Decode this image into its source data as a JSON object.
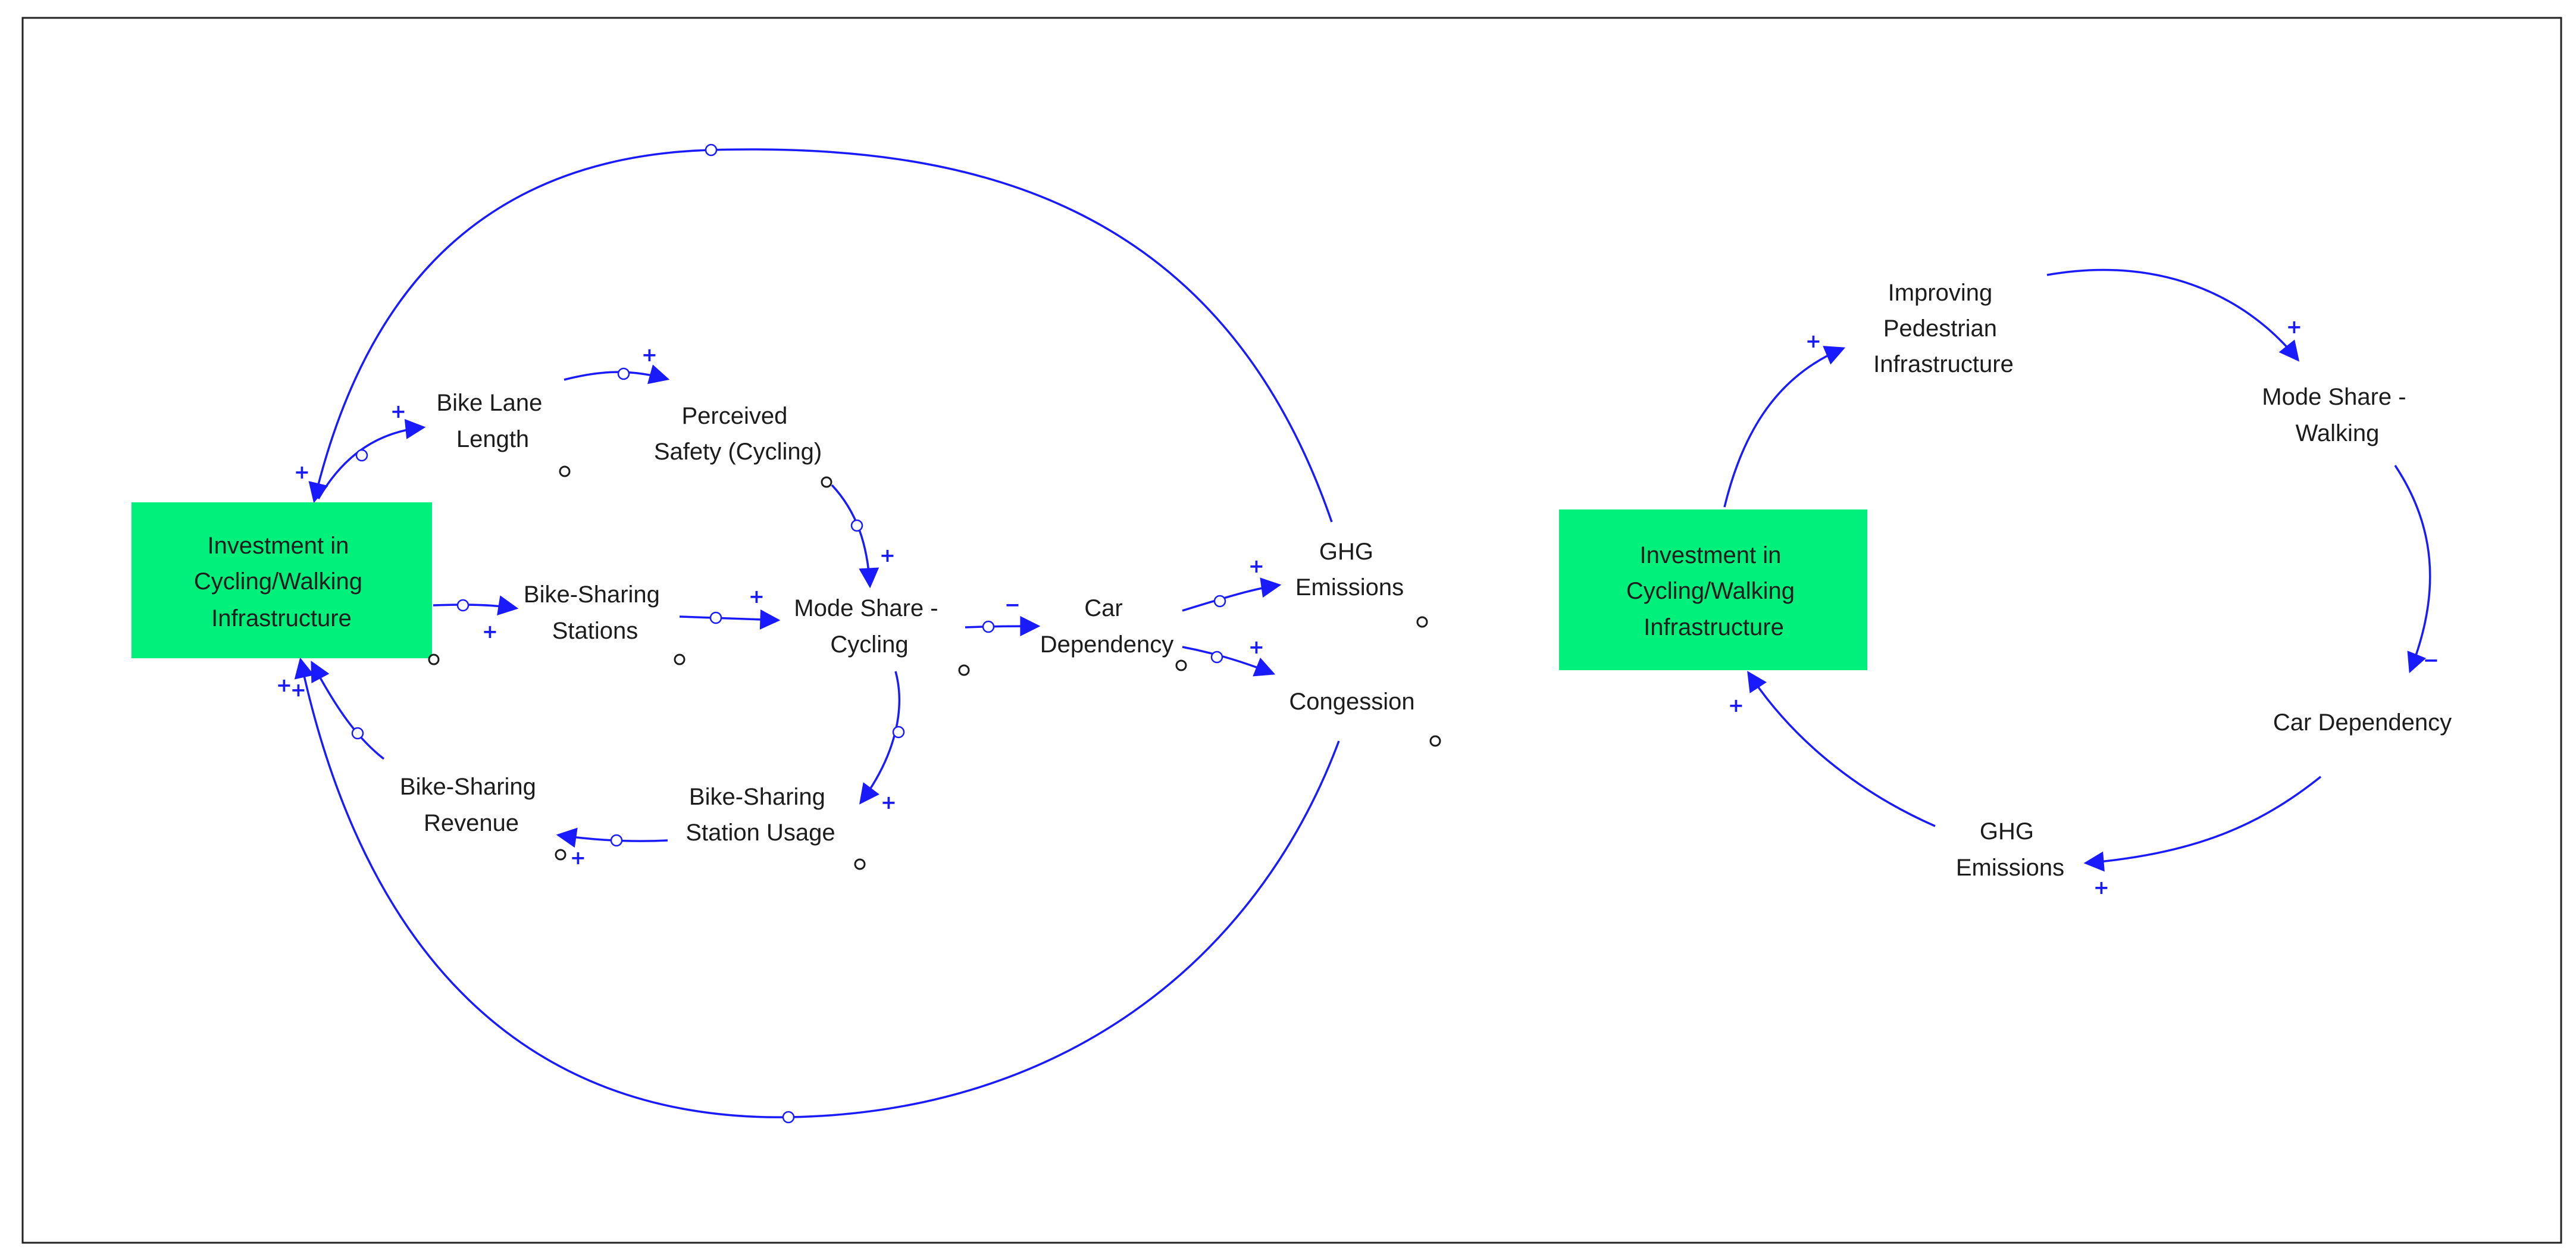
{
  "colors": {
    "stock_fill": "#00f07c",
    "link": "#1a1aff",
    "text": "#1c1c1c",
    "frame": "#222222"
  },
  "left_diagram": {
    "stock": [
      "Investment in",
      "Cycling/Walking",
      "Infrastructure"
    ],
    "bike_lane_length": [
      "Bike Lane",
      "Length"
    ],
    "perceived_safety": [
      "Perceived",
      "Safety (Cycling)"
    ],
    "bike_sharing_stations": [
      "Bike-Sharing",
      "Stations"
    ],
    "mode_share_cycling": [
      "Mode Share -",
      "Cycling"
    ],
    "car_dependency": [
      "Car",
      "Dependency"
    ],
    "ghg_emissions": [
      "GHG",
      "Emissions"
    ],
    "congestion": [
      "Congession"
    ],
    "bike_sharing_revenue": [
      "Bike-Sharing",
      "Revenue"
    ],
    "station_usage": [
      "Bike-Sharing",
      "Station Usage"
    ],
    "signs": {
      "to_bike_lane": "+",
      "to_stock_top": "+",
      "to_perceived_safety": "+",
      "to_mode_share_from_safety": "+",
      "to_bike_sharing_stations": "+",
      "to_mode_share_from_stations": "+",
      "to_car_dependency": "−",
      "to_ghg": "+",
      "to_congestion": "+",
      "to_station_usage": "+",
      "to_revenue": "+",
      "to_stock_left_1": "+",
      "to_stock_left_2": "+"
    }
  },
  "right_diagram": {
    "stock": [
      "Investment in",
      "Cycling/Walking",
      "Infrastructure"
    ],
    "improving_pedestrian": [
      "Improving",
      "Pedestrian",
      "Infrastructure"
    ],
    "mode_share_walking": [
      "Mode Share -",
      "Walking"
    ],
    "car_dependency": [
      "Car Dependency"
    ],
    "ghg_emissions": [
      "GHG",
      "Emissions"
    ],
    "signs": {
      "to_improving": "+",
      "to_mode_share_walking": "+",
      "to_car_dependency": "−",
      "to_ghg": "+",
      "to_stock": "+"
    }
  }
}
